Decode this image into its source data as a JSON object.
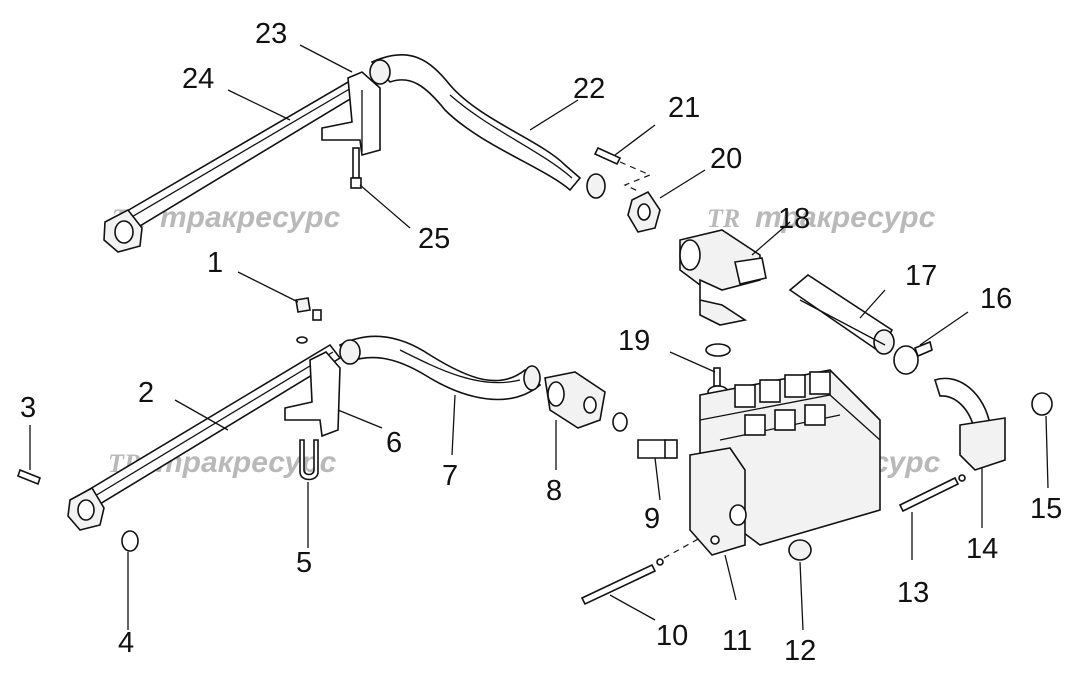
{
  "watermark": {
    "logo": "TR",
    "text": "тракресурс"
  },
  "callouts": [
    {
      "id": "c1",
      "label": "1"
    },
    {
      "id": "c2",
      "label": "2"
    },
    {
      "id": "c3",
      "label": "3"
    },
    {
      "id": "c4",
      "label": "4"
    },
    {
      "id": "c5",
      "label": "5"
    },
    {
      "id": "c6",
      "label": "6"
    },
    {
      "id": "c7",
      "label": "7"
    },
    {
      "id": "c8",
      "label": "8"
    },
    {
      "id": "c9",
      "label": "9"
    },
    {
      "id": "c10",
      "label": "10"
    },
    {
      "id": "c11",
      "label": "11"
    },
    {
      "id": "c12",
      "label": "12"
    },
    {
      "id": "c13",
      "label": "13"
    },
    {
      "id": "c14",
      "label": "14"
    },
    {
      "id": "c15",
      "label": "15"
    },
    {
      "id": "c16",
      "label": "16"
    },
    {
      "id": "c17",
      "label": "17"
    },
    {
      "id": "c18",
      "label": "18"
    },
    {
      "id": "c19",
      "label": "19"
    },
    {
      "id": "c20",
      "label": "20"
    },
    {
      "id": "c21",
      "label": "21"
    },
    {
      "id": "c22",
      "label": "22"
    },
    {
      "id": "c23",
      "label": "23"
    },
    {
      "id": "c24",
      "label": "24"
    },
    {
      "id": "c25",
      "label": "25"
    }
  ]
}
